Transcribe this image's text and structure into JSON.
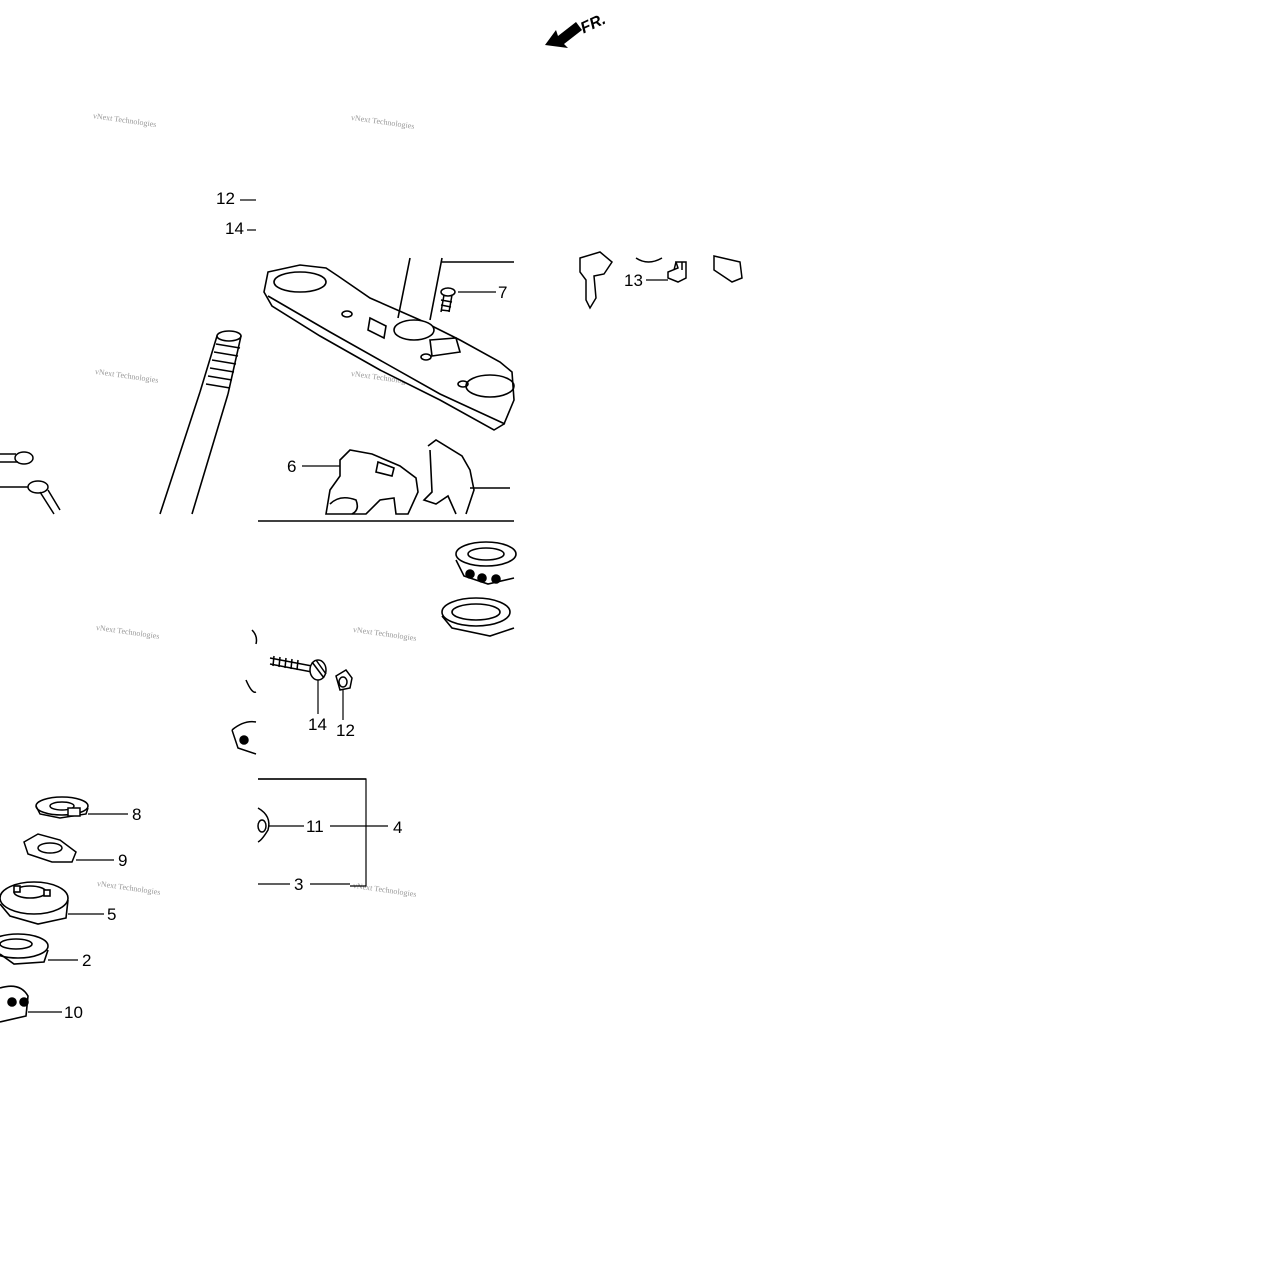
{
  "direction": {
    "label": "FR."
  },
  "watermark": {
    "text": "vNext Technologies"
  },
  "callouts": [
    {
      "id": "c12a",
      "text": "12"
    },
    {
      "id": "c14a",
      "text": "14"
    },
    {
      "id": "c7",
      "text": "7"
    },
    {
      "id": "c13",
      "text": "13"
    },
    {
      "id": "c6",
      "text": "6"
    },
    {
      "id": "c14b",
      "text": "14"
    },
    {
      "id": "c12b",
      "text": "12"
    },
    {
      "id": "c8",
      "text": "8"
    },
    {
      "id": "c9",
      "text": "9"
    },
    {
      "id": "c11",
      "text": "11"
    },
    {
      "id": "c4",
      "text": "4"
    },
    {
      "id": "c5",
      "text": "5"
    },
    {
      "id": "c3",
      "text": "3"
    },
    {
      "id": "c2",
      "text": "2"
    },
    {
      "id": "c10",
      "text": "10"
    }
  ]
}
